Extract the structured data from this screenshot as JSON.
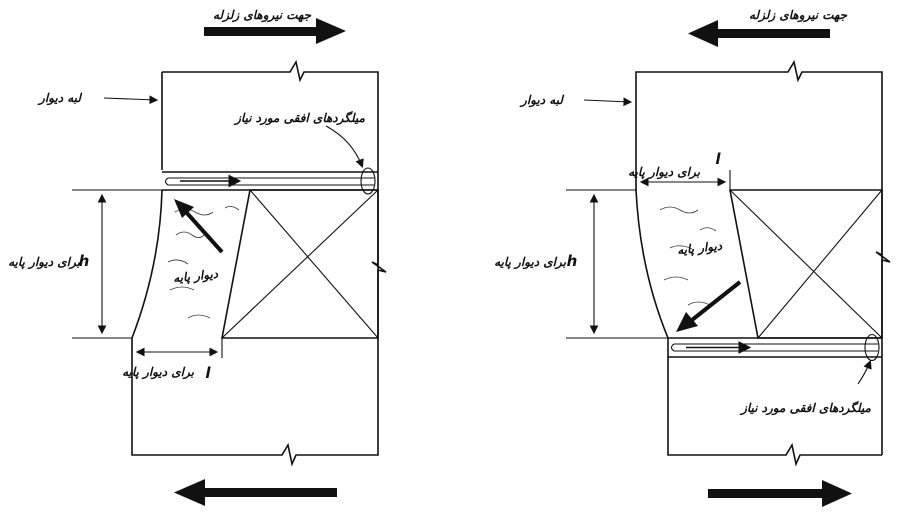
{
  "left_panel": {
    "force_direction_label": "جهت نیروهای زلزله",
    "wall_edge_label": "لبه دیوار",
    "required_bars_label": "میلگردهای افقی مورد نیاز",
    "pier_wall_label": "دیوار پایه",
    "height_symbol": "h",
    "height_label": "برای دیوار پایه",
    "length_symbol": "l",
    "length_label": "برای دیوار پایه"
  },
  "right_panel": {
    "force_direction_label": "جهت نیروهای زلزله",
    "wall_edge_label": "لبه دیوار",
    "required_bars_label": "میلگردهای افقی مورد نیاز",
    "pier_wall_label": "دیوار پایه",
    "height_symbol": "h",
    "height_label": "برای دیوار پایه",
    "length_symbol": "l",
    "length_label": "برای دیوار پایه"
  }
}
